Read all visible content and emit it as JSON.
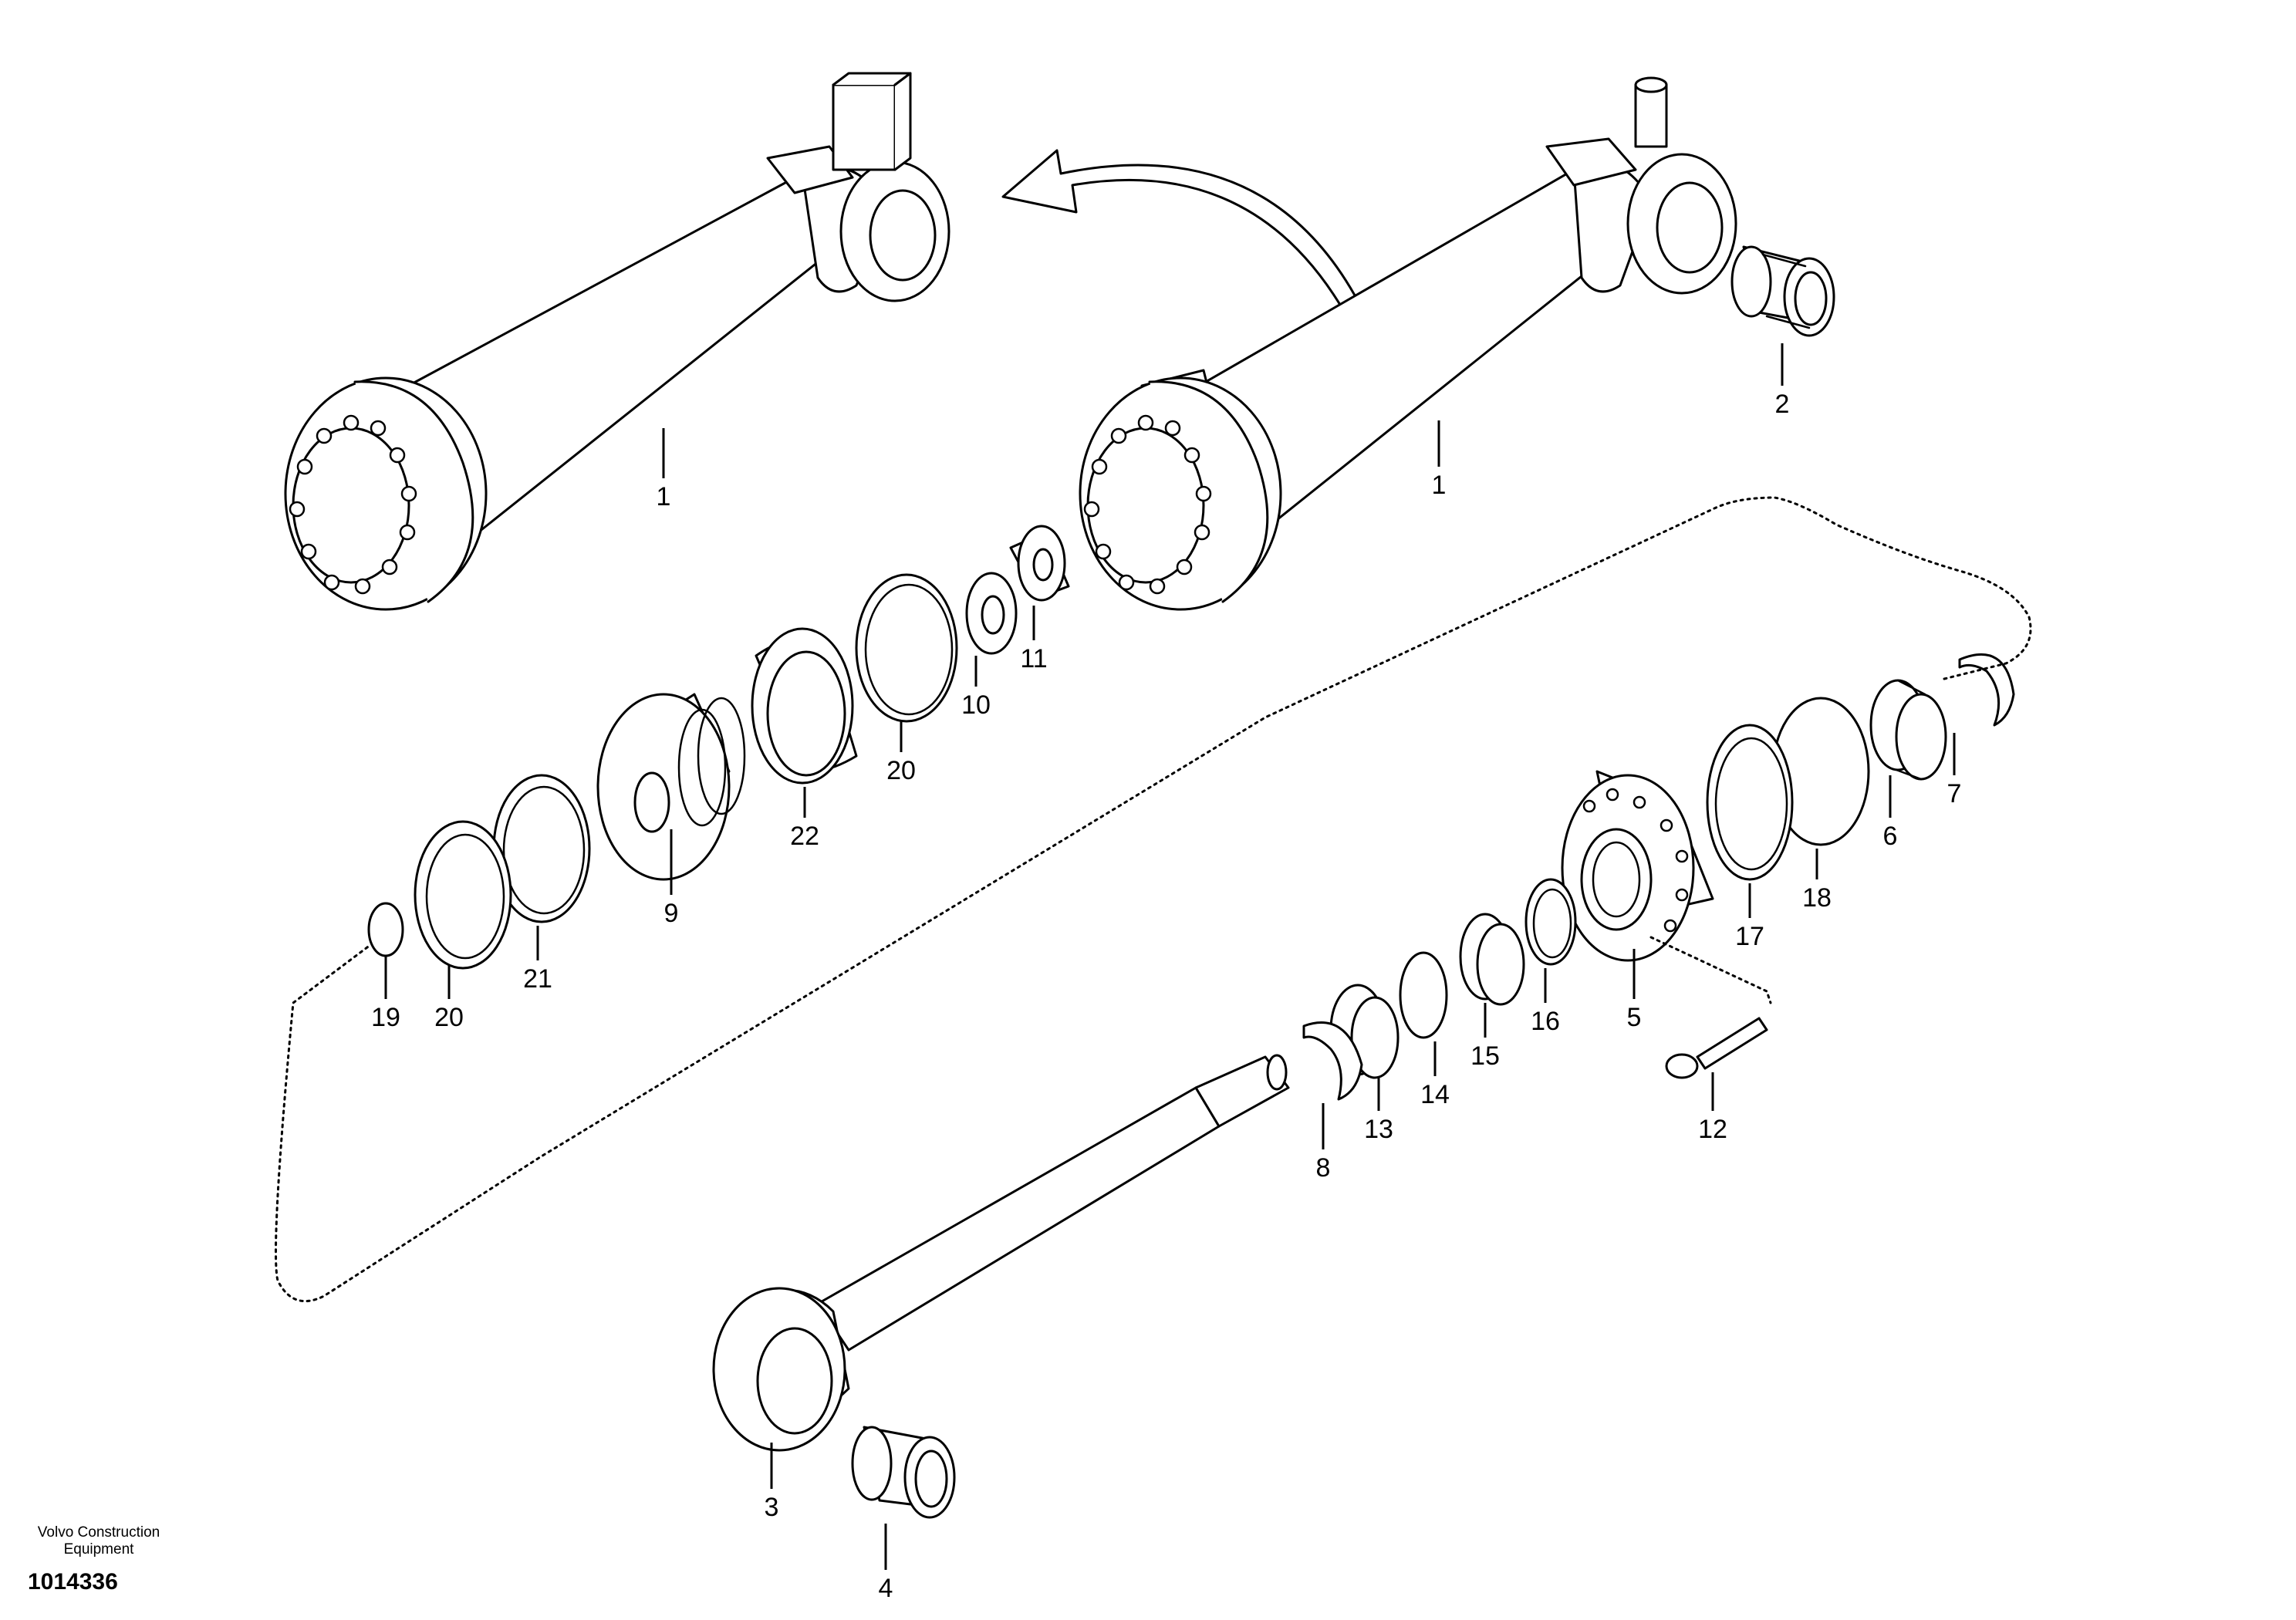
{
  "part_callouts": {
    "c1a": "1",
    "c1b": "1",
    "c2": "2",
    "c3": "3",
    "c4": "4",
    "c5": "5",
    "c6": "6",
    "c7": "7",
    "c8": "8",
    "c9": "9",
    "c10": "10",
    "c11": "11",
    "c12": "12",
    "c13": "13",
    "c14": "14",
    "c15": "15",
    "c16": "16",
    "c17": "17",
    "c18": "18",
    "c19": "19",
    "c20a": "20",
    "c20b": "20",
    "c21": "21",
    "c22": "22"
  },
  "footer": {
    "manufacturer_line1": "Volvo Construction",
    "manufacturer_line2": "Equipment",
    "figure_number": "1014336"
  }
}
